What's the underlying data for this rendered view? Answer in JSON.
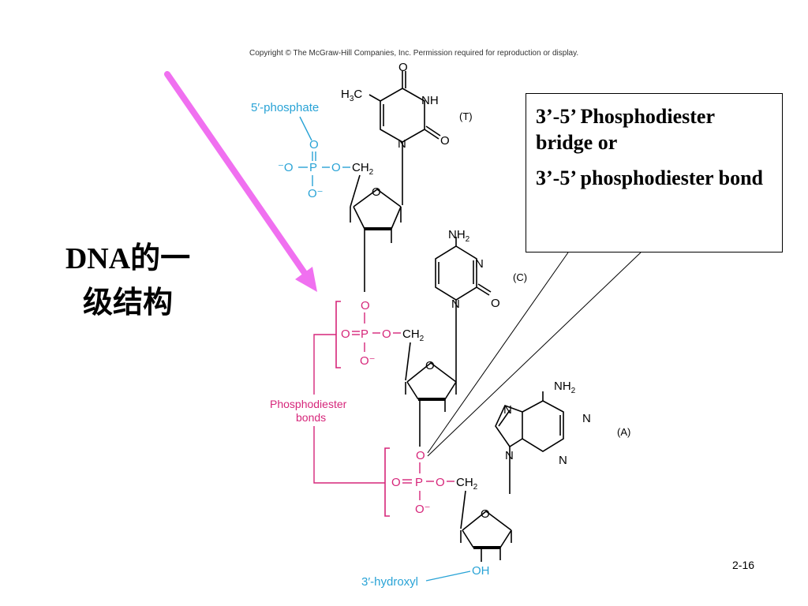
{
  "copyright": "Copyright © The McGraw-Hill Companies, Inc. Permission required for reproduction or display.",
  "title": {
    "line1": "DNA的一",
    "line2": "级结构"
  },
  "callout": {
    "line1": "3’-5’ Phosphodiester bridge or",
    "line2": "3’-5’ phosphodiester bond"
  },
  "labels": {
    "five_prime_phosphate": "5′-phosphate",
    "phosphodiester_bonds_1": "Phosphodiester",
    "phosphodiester_bonds_2": "bonds",
    "three_prime_hydroxyl": "3′-hydroxyl",
    "oh": "OH",
    "base_t": "(T)",
    "base_c": "(C)",
    "base_a": "(A)"
  },
  "atoms": {
    "o": "O",
    "n": "N",
    "nh": "NH",
    "p": "P",
    "ch2": "CH",
    "sub2": "2",
    "h3c": "H",
    "sub3": "3",
    "c": "C",
    "nh2": "NH",
    "ominus": "O⁻",
    "minus_o": "⁻O"
  },
  "page_number": "2-16",
  "colors": {
    "phosphate_5": "#29a3d6",
    "phosphodiester": "#d6267a",
    "hydroxyl_3": "#29a3d6",
    "arrow": "#f070f0"
  }
}
